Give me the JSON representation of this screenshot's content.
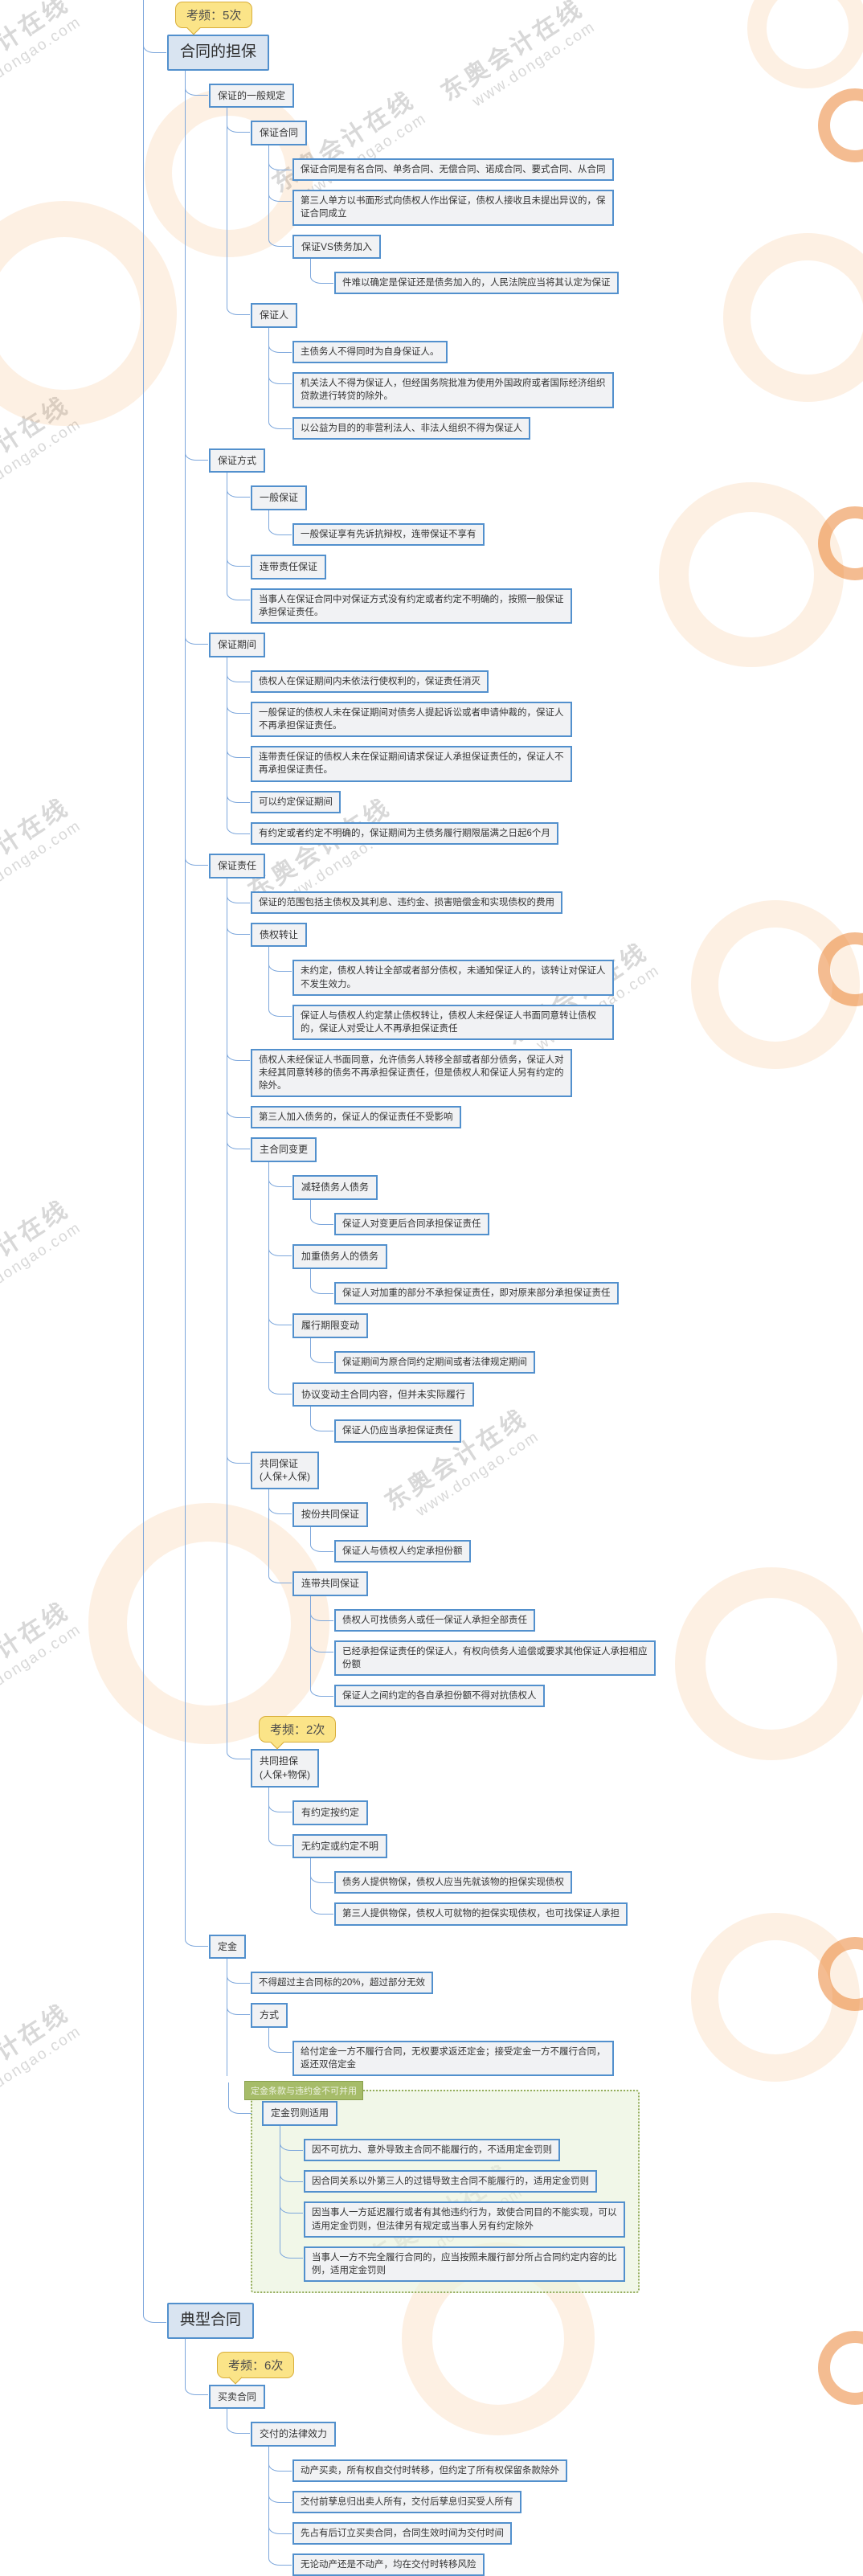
{
  "watermark": {
    "brand": "东奥会计在线",
    "url": "www.dongao.com"
  },
  "colors": {
    "connector_line": "#7da7dc",
    "node_border": "#5290cd",
    "node_fill": "#f1f2f4",
    "main_node_fill": "#d9e4f1",
    "callout_fill": "#fbe488",
    "callout_border": "#d9ae3a",
    "group_border": "#94ad5c",
    "group_fill": "#eaf2dc",
    "watermark_orange": "#f0953c"
  },
  "tree": [
    {
      "label": "合同的担保",
      "kind": "main",
      "callout": "考频：5次",
      "children": [
        {
          "label": "保证的一般规定",
          "kind": "topic",
          "children": [
            {
              "label": "保证合同",
              "kind": "topic",
              "children": [
                {
                  "label": "保证合同是有名合同、单务合同、无偿合同、诺成合同、要式合同、从合同",
                  "kind": "detail"
                },
                {
                  "label": "第三人单方以书面形式向债权人作出保证，债权人接收且未提出异议的，保证合同成立",
                  "kind": "detail"
                },
                {
                  "label": "保证VS债务加入",
                  "kind": "topic",
                  "children": [
                    {
                      "label": "件难以确定是保证还是债务加入的，人民法院应当将其认定为保证",
                      "kind": "detail"
                    }
                  ]
                }
              ]
            },
            {
              "label": "保证人",
              "kind": "topic",
              "children": [
                {
                  "label": "主债务人不得同时为自身保证人。",
                  "kind": "detail"
                },
                {
                  "label": "机关法人不得为保证人，但经国务院批准为使用外国政府或者国际经济组织贷款进行转贷的除外。",
                  "kind": "detail"
                },
                {
                  "label": "以公益为目的的非营利法人、非法人组织不得为保证人",
                  "kind": "detail"
                }
              ]
            }
          ]
        },
        {
          "label": "保证方式",
          "kind": "topic",
          "children": [
            {
              "label": "一般保证",
              "kind": "topic",
              "children": [
                {
                  "label": "一般保证享有先诉抗辩权，连带保证不享有",
                  "kind": "detail"
                }
              ]
            },
            {
              "label": "连带责任保证",
              "kind": "topic"
            },
            {
              "label": "当事人在保证合同中对保证方式没有约定或者约定不明确的，按照一般保证承担保证责任。",
              "kind": "detail"
            }
          ]
        },
        {
          "label": "保证期间",
          "kind": "topic",
          "children": [
            {
              "label": "债权人在保证期间内未依法行使权利的，保证责任消灭",
              "kind": "detail"
            },
            {
              "label": "一般保证的债权人未在保证期间对债务人提起诉讼或者申请仲裁的，保证人不再承担保证责任。",
              "kind": "detail"
            },
            {
              "label": "连带责任保证的债权人未在保证期间请求保证人承担保证责任的，保证人不再承担保证责任。",
              "kind": "detail"
            },
            {
              "label": "可以约定保证期间",
              "kind": "detail"
            },
            {
              "label": "有约定或者约定不明确的，保证期间为主债务履行期限届满之日起6个月",
              "kind": "detail"
            }
          ]
        },
        {
          "label": "保证责任",
          "kind": "topic",
          "children": [
            {
              "label": "保证的范围包括主债权及其利息、违约金、损害赔偿金和实现债权的费用",
              "kind": "detail"
            },
            {
              "label": "债权转让",
              "kind": "topic",
              "children": [
                {
                  "label": "未约定，债权人转让全部或者部分债权，未通知保证人的，该转让对保证人不发生效力。",
                  "kind": "detail"
                },
                {
                  "label": "保证人与债权人约定禁止债权转让，债权人未经保证人书面同意转让债权的，保证人对受让人不再承担保证责任",
                  "kind": "detail"
                }
              ]
            },
            {
              "label": "债权人未经保证人书面同意，允许债务人转移全部或者部分债务，保证人对未经其同意转移的债务不再承担保证责任，但是债权人和保证人另有约定的除外。",
              "kind": "detail"
            },
            {
              "label": "第三人加入债务的，保证人的保证责任不受影响",
              "kind": "detail"
            },
            {
              "label": "主合同变更",
              "kind": "topic",
              "children": [
                {
                  "label": "减轻债务人债务",
                  "kind": "topic",
                  "children": [
                    {
                      "label": "保证人对变更后合同承担保证责任",
                      "kind": "detail"
                    }
                  ]
                },
                {
                  "label": "加重债务人的债务",
                  "kind": "topic",
                  "children": [
                    {
                      "label": "保证人对加重的部分不承担保证责任，即对原来部分承担保证责任",
                      "kind": "detail"
                    }
                  ]
                },
                {
                  "label": "履行期限变动",
                  "kind": "topic",
                  "children": [
                    {
                      "label": "保证期间为原合同约定期间或者法律规定期间",
                      "kind": "detail"
                    }
                  ]
                },
                {
                  "label": "协议变动主合同内容，但并未实际履行",
                  "kind": "topic",
                  "children": [
                    {
                      "label": "保证人仍应当承担保证责任",
                      "kind": "detail"
                    }
                  ]
                }
              ]
            },
            {
              "label": "共同保证\n(人保+人保)",
              "kind": "topic",
              "children": [
                {
                  "label": "按份共同保证",
                  "kind": "topic",
                  "children": [
                    {
                      "label": "保证人与债权人约定承担份额",
                      "kind": "detail"
                    }
                  ]
                },
                {
                  "label": "连带共同保证",
                  "kind": "topic",
                  "children": [
                    {
                      "label": "债权人可找债务人或任一保证人承担全部责任",
                      "kind": "detail"
                    },
                    {
                      "label": "已经承担保证责任的保证人，有权向债务人追偿或要求其他保证人承担相应份额",
                      "kind": "detail"
                    },
                    {
                      "label": "保证人之间约定的各自承担份额不得对抗债权人",
                      "kind": "detail"
                    }
                  ]
                }
              ]
            },
            {
              "label": "共同担保\n(人保+物保)",
              "kind": "topic",
              "callout": "考频：2次",
              "children": [
                {
                  "label": "有约定按约定",
                  "kind": "topic"
                },
                {
                  "label": "无约定或约定不明",
                  "kind": "topic",
                  "children": [
                    {
                      "label": "债务人提供物保，债权人应当先就该物的担保实现债权",
                      "kind": "detail"
                    },
                    {
                      "label": "第三人提供物保，债权人可就物的担保实现债权，也可找保证人承担",
                      "kind": "detail"
                    }
                  ]
                }
              ]
            }
          ]
        },
        {
          "label": "定金",
          "kind": "topic",
          "children": [
            {
              "label": "不得超过主合同标的20%，超过部分无效",
              "kind": "detail"
            },
            {
              "label": "方式",
              "kind": "topic",
              "children": [
                {
                  "label": "给付定金一方不履行合同，无权要求返还定金；接受定金一方不履行合同，返还双倍定金",
                  "kind": "detail"
                }
              ]
            },
            {
              "label": "定金罚则适用",
              "kind": "topic",
              "group_label": "定金条款与违约金不可并用",
              "children": [
                {
                  "label": "因不可抗力、意外导致主合同不能履行的，不适用定金罚则",
                  "kind": "detail"
                },
                {
                  "label": "因合同关系以外第三人的过错导致主合同不能履行的，适用定金罚则",
                  "kind": "detail"
                },
                {
                  "label": "因当事人一方延迟履行或者有其他违约行为，致使合同目的不能实现，可以适用定金罚则，但法律另有规定或当事人另有约定除外",
                  "kind": "detail"
                },
                {
                  "label": "当事人一方不完全履行合同的，应当按照未履行部分所占合同约定内容的比例，适用定金罚则",
                  "kind": "detail"
                }
              ]
            }
          ]
        }
      ]
    },
    {
      "label": "典型合同",
      "kind": "main",
      "children": [
        {
          "label": "买卖合同",
          "kind": "topic",
          "callout": "考频：6次",
          "children": [
            {
              "label": "交付的法律效力",
              "kind": "topic",
              "children": [
                {
                  "label": "动产买卖，所有权自交付时转移，但约定了所有权保留条款除外",
                  "kind": "detail"
                },
                {
                  "label": "交付前孳息归出卖人所有，交付后孳息归买受人所有",
                  "kind": "detail"
                },
                {
                  "label": "先占有后订立买卖合同，合同生效时间为交付时间",
                  "kind": "detail"
                },
                {
                  "label": "无论动产还是不动产，均在交付时转移风险",
                  "kind": "detail"
                }
              ]
            }
          ]
        }
      ]
    }
  ]
}
